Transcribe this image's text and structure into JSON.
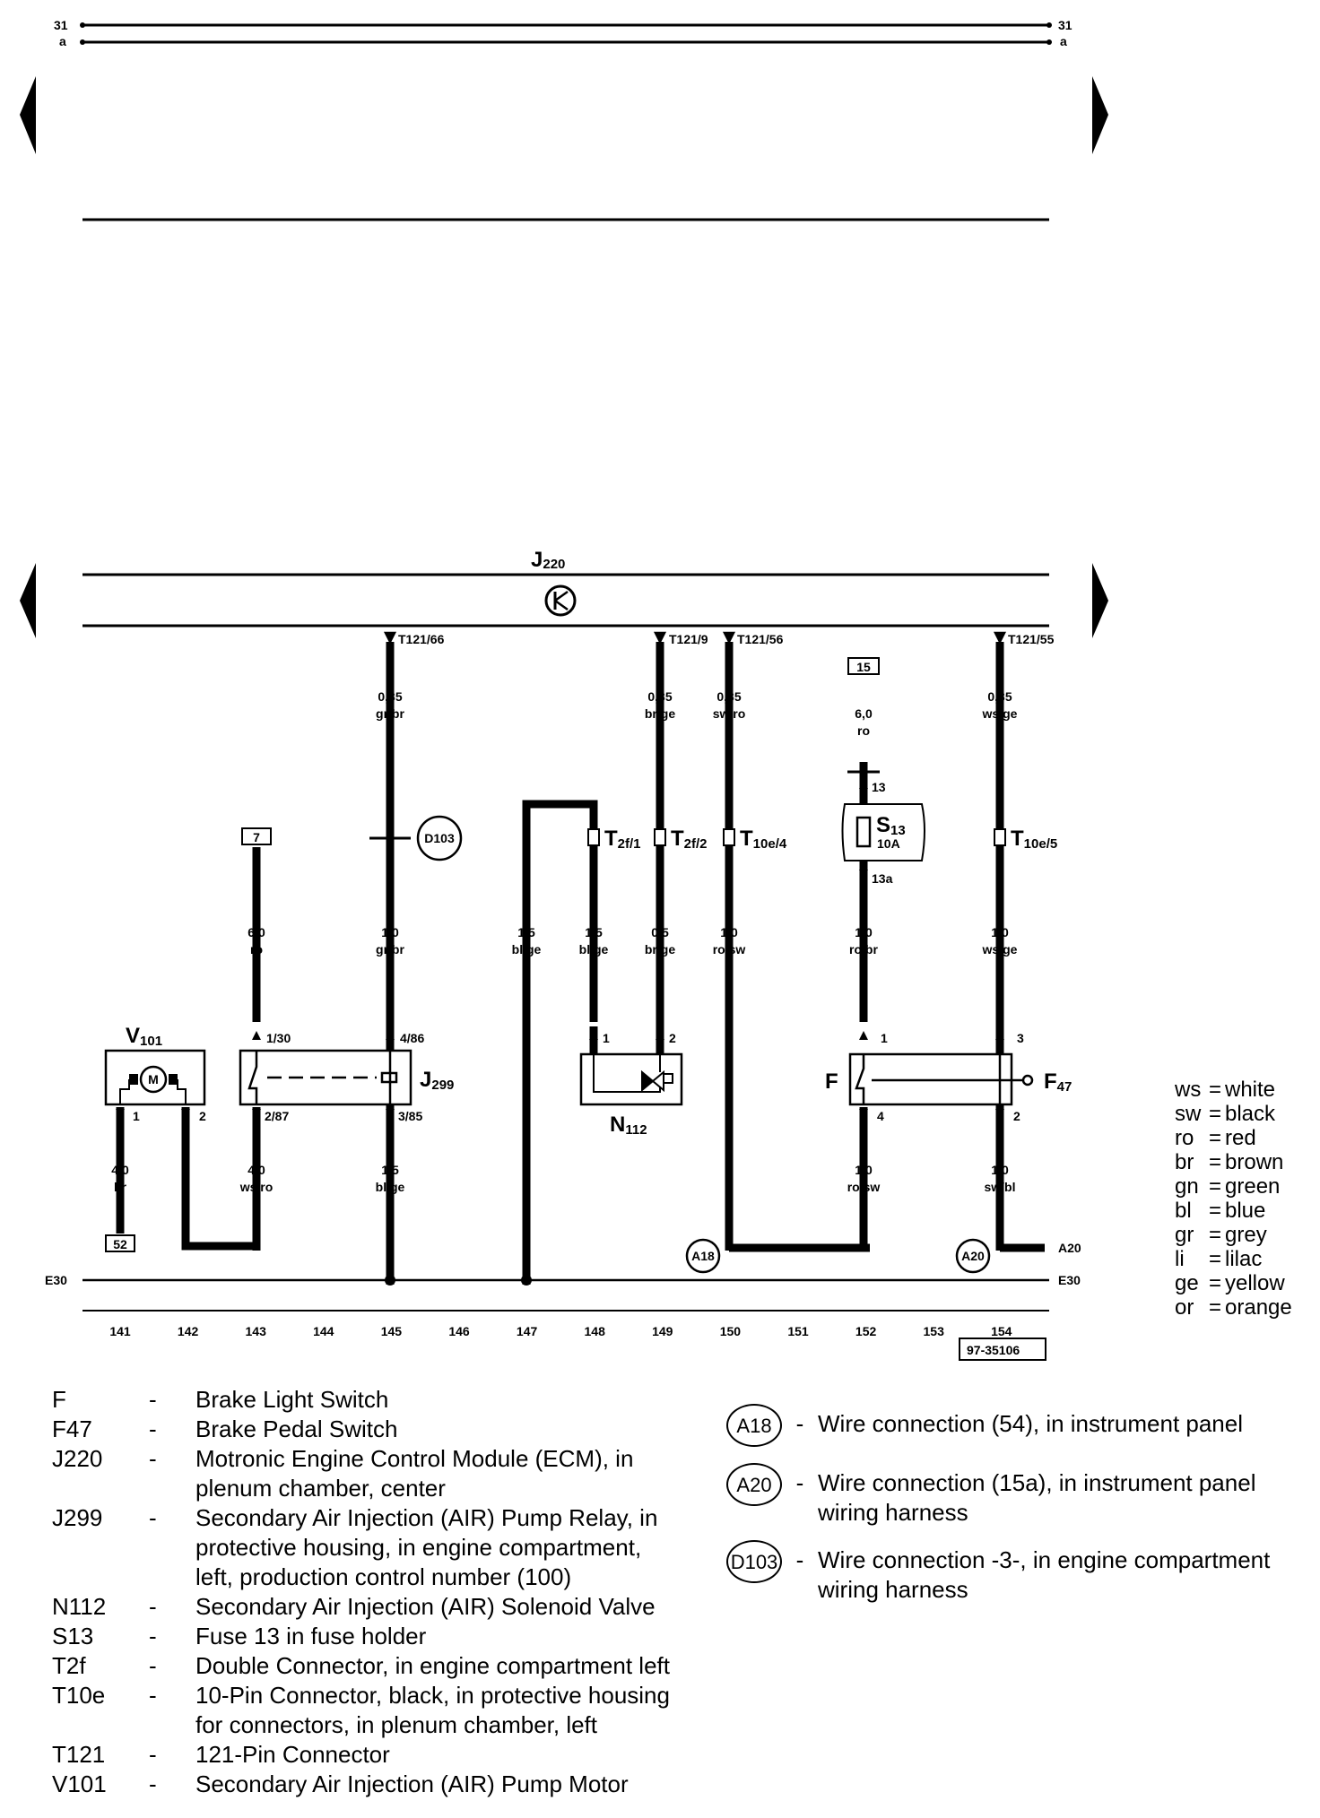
{
  "page": {
    "page_marker_left": "31",
    "page_marker_left_sub": "a",
    "page_marker_right": "31",
    "page_marker_right_sub": "a"
  },
  "diagram": {
    "ecm_label": "J",
    "ecm_sub": "220",
    "ground_left": "E30",
    "ground_right": "E30",
    "a20_right": "A20",
    "ref_code": "97-35106",
    "tracks": [
      "141",
      "142",
      "143",
      "144",
      "145",
      "146",
      "147",
      "148",
      "149",
      "150",
      "151",
      "152",
      "153",
      "154"
    ],
    "pins": {
      "t121_66": "T121/66",
      "t121_9": "T121/9",
      "t121_56": "T121/56",
      "t121_55": "T121/55"
    },
    "wires": {
      "w145_top_gauge": "0,35",
      "w145_top_color": "gr/br",
      "w149_top_gauge": "0,35",
      "w149_top_color": "br/ge",
      "w150_top_gauge": "0,35",
      "w150_top_color": "sw/ro",
      "w152_top_gauge": "6,0",
      "w152_top_color": "ro",
      "w154_top_gauge": "0,35",
      "w154_top_color": "ws/ge",
      "w143_mid_gauge": "6,0",
      "w143_mid_color": "ro",
      "w145_mid_gauge": "1,0",
      "w145_mid_color": "gr/br",
      "w147_mid_gauge": "1,5",
      "w147_mid_color": "bl/ge",
      "w148_mid_gauge": "1,5",
      "w148_mid_color": "bl/ge",
      "w149_mid_gauge": "0,5",
      "w149_mid_color": "br/ge",
      "w150_mid_gauge": "1,0",
      "w150_mid_color": "ro/sw",
      "w152_mid_gauge": "1,0",
      "w152_mid_color": "ro/br",
      "w154_mid_gauge": "1,0",
      "w154_mid_color": "ws/ge",
      "w141_bot_gauge": "4,0",
      "w141_bot_color": "br",
      "w143_bot_gauge": "4,0",
      "w143_bot_color": "ws/ro",
      "w145_bot_gauge": "1,5",
      "w145_bot_color": "bl/ge",
      "w152_bot_gauge": "1,0",
      "w152_bot_color": "ro/sw",
      "w154_bot_gauge": "1,0",
      "w154_bot_color": "sw/bl"
    },
    "terminals": {
      "t15": "15",
      "t7": "7",
      "t52": "52"
    },
    "connectors": {
      "t2f1": "T",
      "t2f1_sub": "2f/1",
      "t2f2": "T",
      "t2f2_sub": "2f/2",
      "t10e4": "T",
      "t10e4_sub": "10e/4",
      "t10e5": "T",
      "t10e5_sub": "10e/5"
    },
    "fuse": {
      "label": "S",
      "sub": "13",
      "rating": "10A",
      "pin_top": "13",
      "pin_bot": "13a"
    },
    "components": {
      "v101": "V",
      "v101_sub": "101",
      "j299": "J",
      "j299_sub": "299",
      "n112": "N",
      "n112_sub": "112",
      "f": "F",
      "f47": "F",
      "f47_sub": "47",
      "motor_symbol": "M"
    },
    "pin_labels": {
      "v101_1": "1",
      "v101_2": "2",
      "j299_130": "1/30",
      "j299_287": "2/87",
      "j299_486": "4/86",
      "j299_385": "3/85",
      "n112_1": "1",
      "n112_2": "2",
      "f_1": "1",
      "f_4": "4",
      "f47_3": "3",
      "f47_2": "2"
    },
    "splices": {
      "d103": "D103",
      "a18": "A18",
      "a20": "A20"
    }
  },
  "color_legend": [
    {
      "code": "ws",
      "eq": "=",
      "name": "white"
    },
    {
      "code": "sw",
      "eq": "=",
      "name": "black"
    },
    {
      "code": "ro",
      "eq": "=",
      "name": "red"
    },
    {
      "code": "br",
      "eq": "=",
      "name": "brown"
    },
    {
      "code": "gn",
      "eq": "=",
      "name": "green"
    },
    {
      "code": "bl",
      "eq": "=",
      "name": "blue"
    },
    {
      "code": "gr",
      "eq": "=",
      "name": "grey"
    },
    {
      "code": "li",
      "eq": "=",
      "name": "lilac"
    },
    {
      "code": "ge",
      "eq": "=",
      "name": "yellow"
    },
    {
      "code": "or",
      "eq": "=",
      "name": "orange"
    }
  ],
  "component_legend": [
    {
      "code": "F",
      "dash": "-",
      "desc": "Brake Light Switch"
    },
    {
      "code": "F47",
      "dash": "-",
      "desc": "Brake Pedal Switch"
    },
    {
      "code": "J220",
      "dash": "-",
      "desc": "Motronic Engine Control Module (ECM), in plenum chamber, center"
    },
    {
      "code": "J299",
      "dash": "-",
      "desc": "Secondary Air Injection (AIR) Pump Relay, in protective housing, in engine compartment, left, production control number (100)"
    },
    {
      "code": "N112",
      "dash": "-",
      "desc": "Secondary Air Injection (AIR) Solenoid Valve"
    },
    {
      "code": "S13",
      "dash": "-",
      "desc": "Fuse 13 in fuse holder"
    },
    {
      "code": "T2f",
      "dash": "-",
      "desc": "Double Connector, in engine compartment left"
    },
    {
      "code": "T10e",
      "dash": "-",
      "desc": "10-Pin Connector, black, in protective housing for connectors, in plenum chamber, left"
    },
    {
      "code": "T121",
      "dash": "-",
      "desc": "121-Pin Connector"
    },
    {
      "code": "V101",
      "dash": "-",
      "desc": "Secondary Air Injection (AIR) Pump Motor"
    }
  ],
  "connection_legend": [
    {
      "code": "A18",
      "dash": "-",
      "desc": "Wire connection (54), in instrument panel"
    },
    {
      "code": "A20",
      "dash": "-",
      "desc": "Wire connection (15a), in instrument panel wiring harness"
    },
    {
      "code": "D103",
      "dash": "-",
      "desc": "Wire connection -3-, in engine compartment wiring harness"
    }
  ]
}
